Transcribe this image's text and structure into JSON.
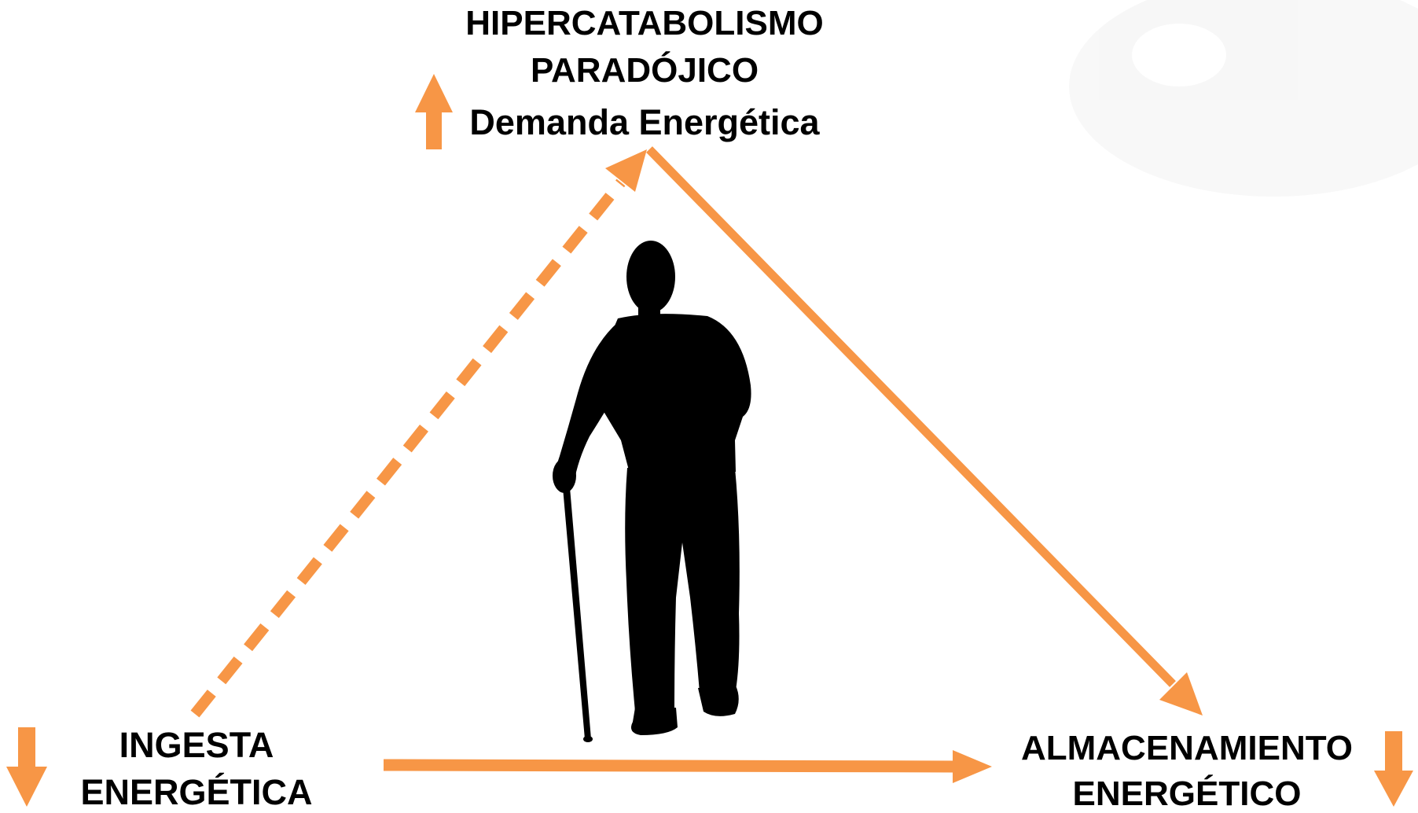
{
  "top_node": {
    "title_line1": "HIPERCATABOLISMO",
    "title_line2": "PARADÓJICO",
    "subtitle": "Demanda Energética",
    "indicator": "up-arrow-icon"
  },
  "left_node": {
    "line1": "INGESTA",
    "line2": "ENERGÉTICA",
    "indicator": "down-arrow-icon"
  },
  "right_node": {
    "line1": "ALMACENAMIENTO",
    "line2": "ENERGÉTICO",
    "indicator": "down-arrow-icon"
  },
  "colors": {
    "accent": "#F79646",
    "text": "#000000",
    "silhouette": "#000000"
  },
  "figure": "elderly-person-with-cane-silhouette"
}
